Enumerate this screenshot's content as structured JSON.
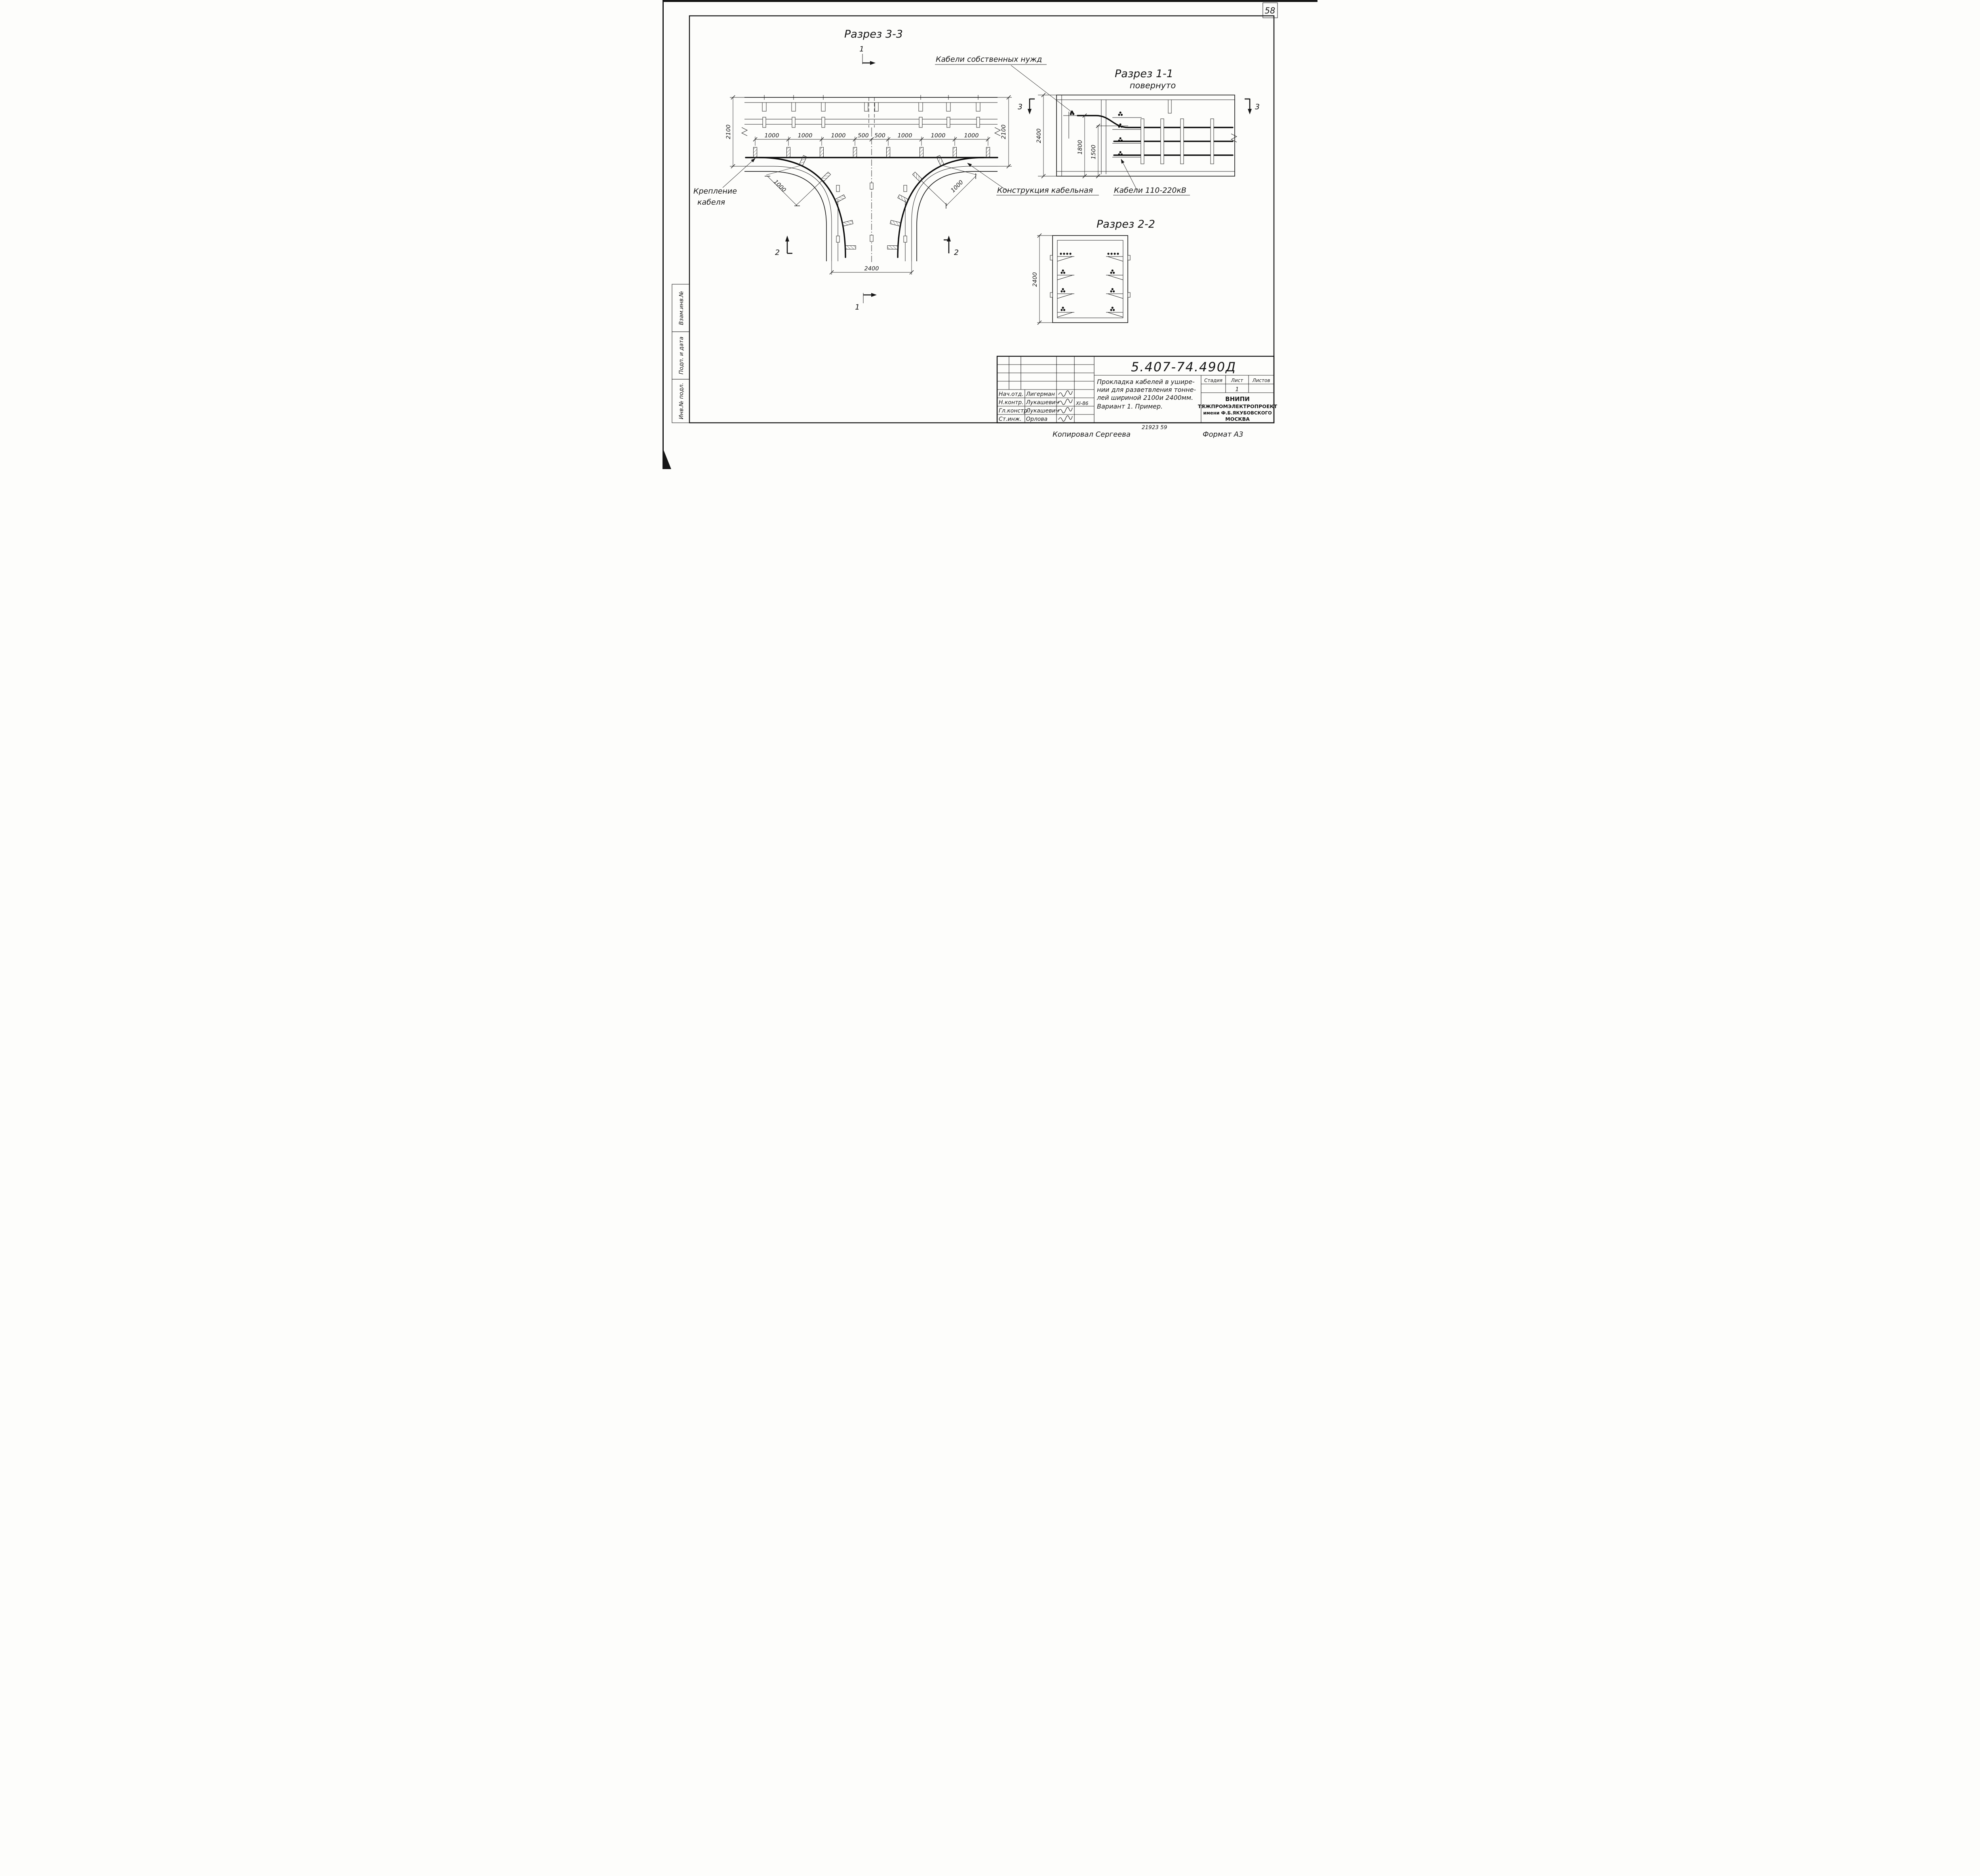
{
  "page": {
    "sheet_number": "58",
    "copied_by": "Копировал  Сергеева",
    "format": "Формат А3",
    "stamp_number": "21923   59"
  },
  "margin": {
    "top": "Взам.инв.№",
    "middle": "Подп. и дата",
    "bottom": "Инв.№ подл."
  },
  "views": {
    "s33": {
      "title": "Разрез 3-3"
    },
    "s11": {
      "title": "Разрез 1-1",
      "subtitle": "повернуто"
    },
    "s22": {
      "title": "Разрез 2-2"
    }
  },
  "callouts": {
    "own_needs": "Кабели собственных нужд",
    "fastening_line1": "Крепление",
    "fastening_line2": "кабеля",
    "structure": "Конструкция кабельная",
    "hv_cables": "Кабели 110-220кВ"
  },
  "markers": {
    "sec1": "1",
    "sec2": "2",
    "sec3": "3"
  },
  "dims": {
    "v33_left": "2100",
    "v33_right": "2100",
    "row": [
      "1000",
      "1000",
      "1000",
      "500",
      "500",
      "1000",
      "1000",
      "1000"
    ],
    "diag_left": "1000",
    "diag_right": "1000",
    "width_branch": "2400",
    "s11_height": "2400",
    "s11_1800": "1800",
    "s11_1500": "1500",
    "s22_height": "2400"
  },
  "title_block": {
    "doc_number": "5.407-74.490Д",
    "desc_line1": "Прокладка кабелей в ушире-",
    "desc_line2": "нии для разветвления тонне-",
    "desc_line3": "лей шириной 2100и 2400мм.",
    "desc_line4": "Вариант 1.   Пример.",
    "rows": [
      {
        "role": "Нач.отд.",
        "name": "Лигерман"
      },
      {
        "role": "Н.контр.",
        "name": "Лукашевич"
      },
      {
        "role": "Гл.констр.",
        "name": "Лукашевич"
      },
      {
        "role": "Ст.инж.",
        "name": "Орлова"
      }
    ],
    "date": "XI-86",
    "stage_h": "Стадия",
    "sheet_h": "Лист",
    "sheets_h": "Листов",
    "sheet_value": "1",
    "org_line1": "ВНИПИ",
    "org_line2": "ТЯЖПРОМЭЛЕКТРОПРОЕКТ",
    "org_line3": "имени Ф.Б.ЯКУБОВСКОГО",
    "org_line4": "МОСКВА"
  }
}
